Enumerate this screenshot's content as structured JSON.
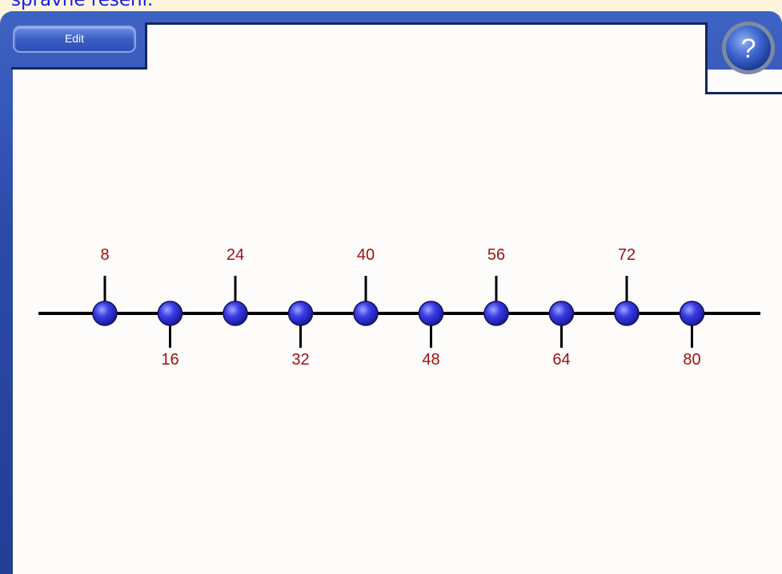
{
  "instruction": "správné řešení.",
  "toolbar": {
    "edit_label": "Edit"
  },
  "help": {
    "symbol": "?"
  },
  "number_line": {
    "values": [
      8,
      16,
      24,
      32,
      40,
      48,
      56,
      64,
      72,
      80
    ],
    "label_color": "#a01010",
    "node_color": "#2a2ad8"
  }
}
